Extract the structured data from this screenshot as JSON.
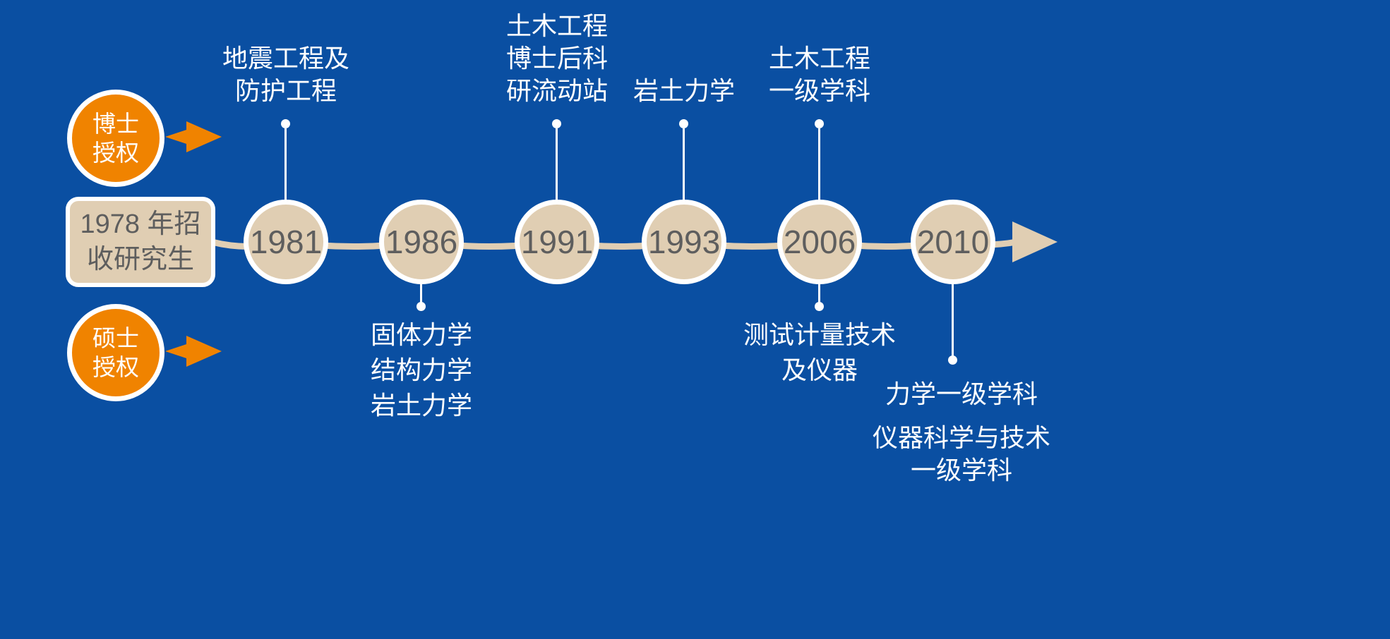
{
  "colors": {
    "background": "#0A4FA2",
    "orange": "#F08300",
    "beige": "#E0CEB3",
    "year_text": "#5E5E5E",
    "label_text": "#FFFFFF"
  },
  "icons": {
    "doctoral_arrow": "arrow-right",
    "master_arrow": "arrow-right",
    "timeline_arrowhead": "arrow-right"
  },
  "badges": {
    "doctoral": {
      "lines": [
        "博士",
        "授权"
      ]
    },
    "master": {
      "lines": [
        "硕士",
        "授权"
      ]
    }
  },
  "start_box": {
    "lines": [
      "1978 年招",
      "收研究生"
    ]
  },
  "timeline": {
    "events": [
      {
        "year": "1981",
        "above": [
          "地震工程及",
          "防护工程"
        ]
      },
      {
        "year": "1986",
        "below": [
          "固体力学",
          "结构力学",
          "岩土力学"
        ]
      },
      {
        "year": "1991",
        "above": [
          "土木工程",
          "博士后科",
          "研流动站"
        ]
      },
      {
        "year": "1993",
        "above": [
          "岩土力学"
        ]
      },
      {
        "year": "2006",
        "above": [
          "土木工程",
          "一级学科"
        ],
        "below": [
          "测试计量技术",
          "及仪器"
        ]
      },
      {
        "year": "2010",
        "below_groups": [
          [
            "力学一级学科"
          ],
          [
            "仪器科学与技术",
            "一级学科"
          ]
        ]
      }
    ]
  }
}
